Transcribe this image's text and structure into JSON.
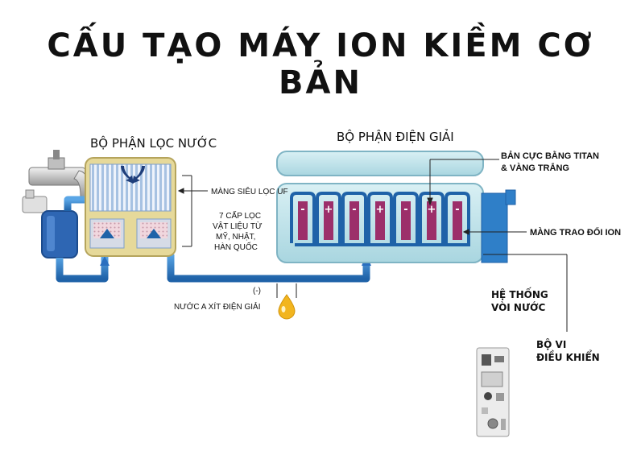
{
  "title": "CẤU TẠO MÁY ION KIỀM CƠ BẢN",
  "sections": {
    "filter": "BỘ PHẬN LỌC NƯỚC",
    "electrolysis": "BỘ PHẬN ĐIỆN GIẢI"
  },
  "labels": {
    "uf_membrane": "MÀNG SIÊU LỌC UF",
    "filter_stages_line1": "7 CẤP LỌC",
    "filter_stages_line2": "VẬT LIỆU TỪ",
    "filter_stages_line3": "MỸ, NHẬT,",
    "filter_stages_line4": "HÀN QUỐC",
    "plates_line1": "BẢN CỰC BẰNG TITAN",
    "plates_line2": "& VÀNG TRẮNG",
    "ion_membrane": "MÀNG TRAO ĐỔI ION",
    "faucet_line1": "HỆ THỐNG",
    "faucet_line2": "VÒI NƯỚC",
    "controller_line1": "BỘ VI",
    "controller_line2": "ĐIỀU KHIỂN",
    "minus_sign": "(-)",
    "acid_water": "NƯỚC A XÍT ĐIỆN GIẢI"
  },
  "electrode_signs": [
    "-",
    "+",
    "-",
    "+",
    "-",
    "+",
    "-"
  ],
  "colors": {
    "pipe": "#2f7fc8",
    "tank": "#bfe3ea",
    "filter_body": "#e6d99a",
    "plate": "#9c2f6a",
    "water_drop": "#f2b51f"
  }
}
